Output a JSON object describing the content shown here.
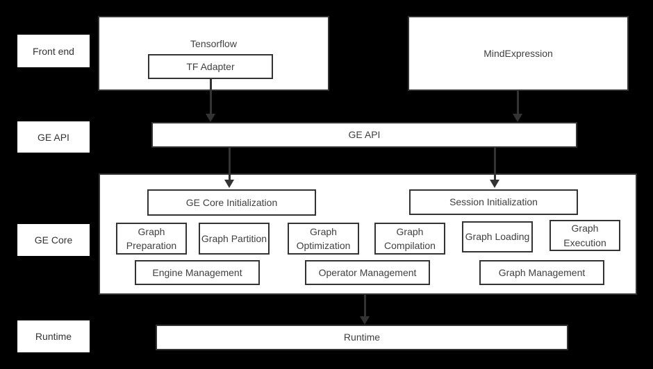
{
  "colors": {
    "background": "#000000",
    "box_fill": "#ffffff",
    "box_border": "#333333",
    "text": "#404040",
    "arrow": "#333333"
  },
  "side_labels": [
    {
      "label": "Front end"
    },
    {
      "label": "GE API"
    },
    {
      "label": "GE Core"
    },
    {
      "label": "Runtime"
    }
  ],
  "frontend": {
    "tensorflow": {
      "title": "Tensorflow",
      "adapter_label": "TF Adapter"
    },
    "mindexpression": {
      "title": "MindExpression"
    }
  },
  "ge_api": {
    "label": "GE API"
  },
  "ge_core": {
    "init_boxes": [
      {
        "label": "GE Core Initialization"
      },
      {
        "label": "Session Initialization"
      }
    ],
    "function_boxes": [
      {
        "label": "Graph Preparation"
      },
      {
        "label": "Graph Partition"
      },
      {
        "label": "Graph Optimization"
      },
      {
        "label": "Graph Compilation"
      },
      {
        "label": "Graph Loading"
      },
      {
        "label": "Graph Execution"
      }
    ],
    "management_boxes": [
      {
        "label": "Engine Management"
      },
      {
        "label": "Operator Management"
      },
      {
        "label": "Graph Management"
      }
    ]
  },
  "runtime": {
    "label": "Runtime"
  }
}
